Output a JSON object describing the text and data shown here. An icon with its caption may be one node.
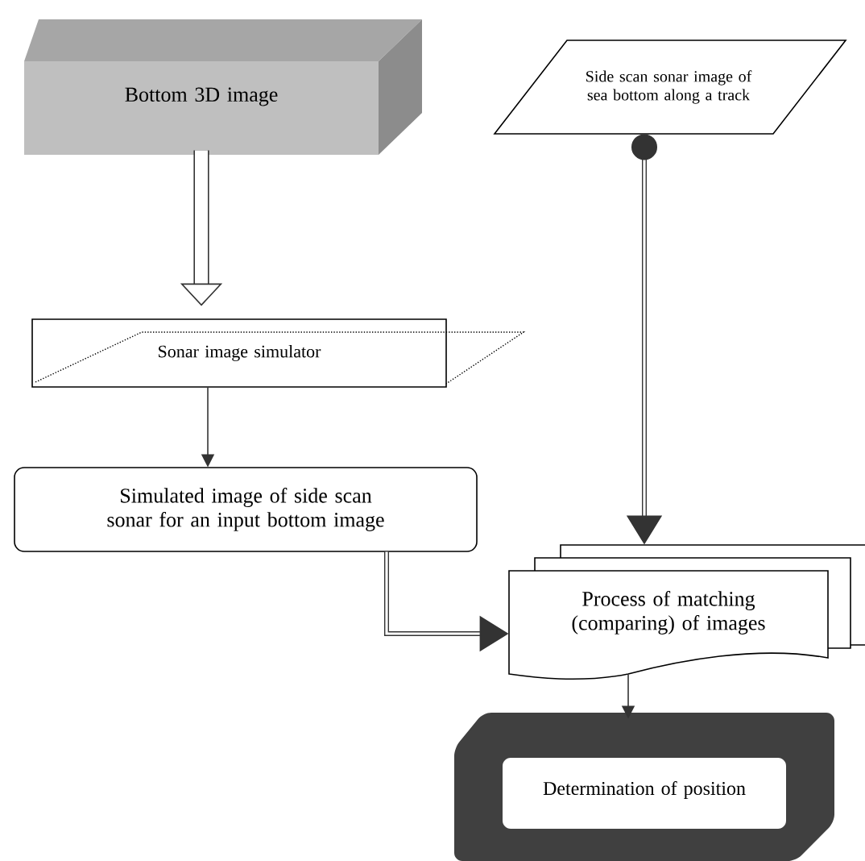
{
  "diagram": {
    "nodes": [
      {
        "text": [
          "Bottom 3D image"
        ]
      },
      {
        "text": [
          "Side scan sonar image of sea bottom along a track"
        ]
      },
      {
        "text": [
          "Sonar image simulator"
        ]
      },
      {
        "text": [
          "Simulated image of side scan sonar for an input bottom image"
        ]
      },
      {
        "text": [
          "Process of matching (comparing) of images"
        ]
      },
      {
        "text": [
          "Determination of position"
        ]
      }
    ],
    "edges": [
      {
        "from": 0,
        "to": 2,
        "arrow": "to",
        "style": "thick"
      },
      {
        "from": 1,
        "to": 4,
        "arrow": "to"
      },
      {
        "from": 2,
        "to": 3,
        "arrow": "to"
      },
      {
        "from": 3,
        "to": 4,
        "arrow": "to"
      },
      {
        "from": 4,
        "to": 5,
        "arrow": "to"
      }
    ]
  }
}
